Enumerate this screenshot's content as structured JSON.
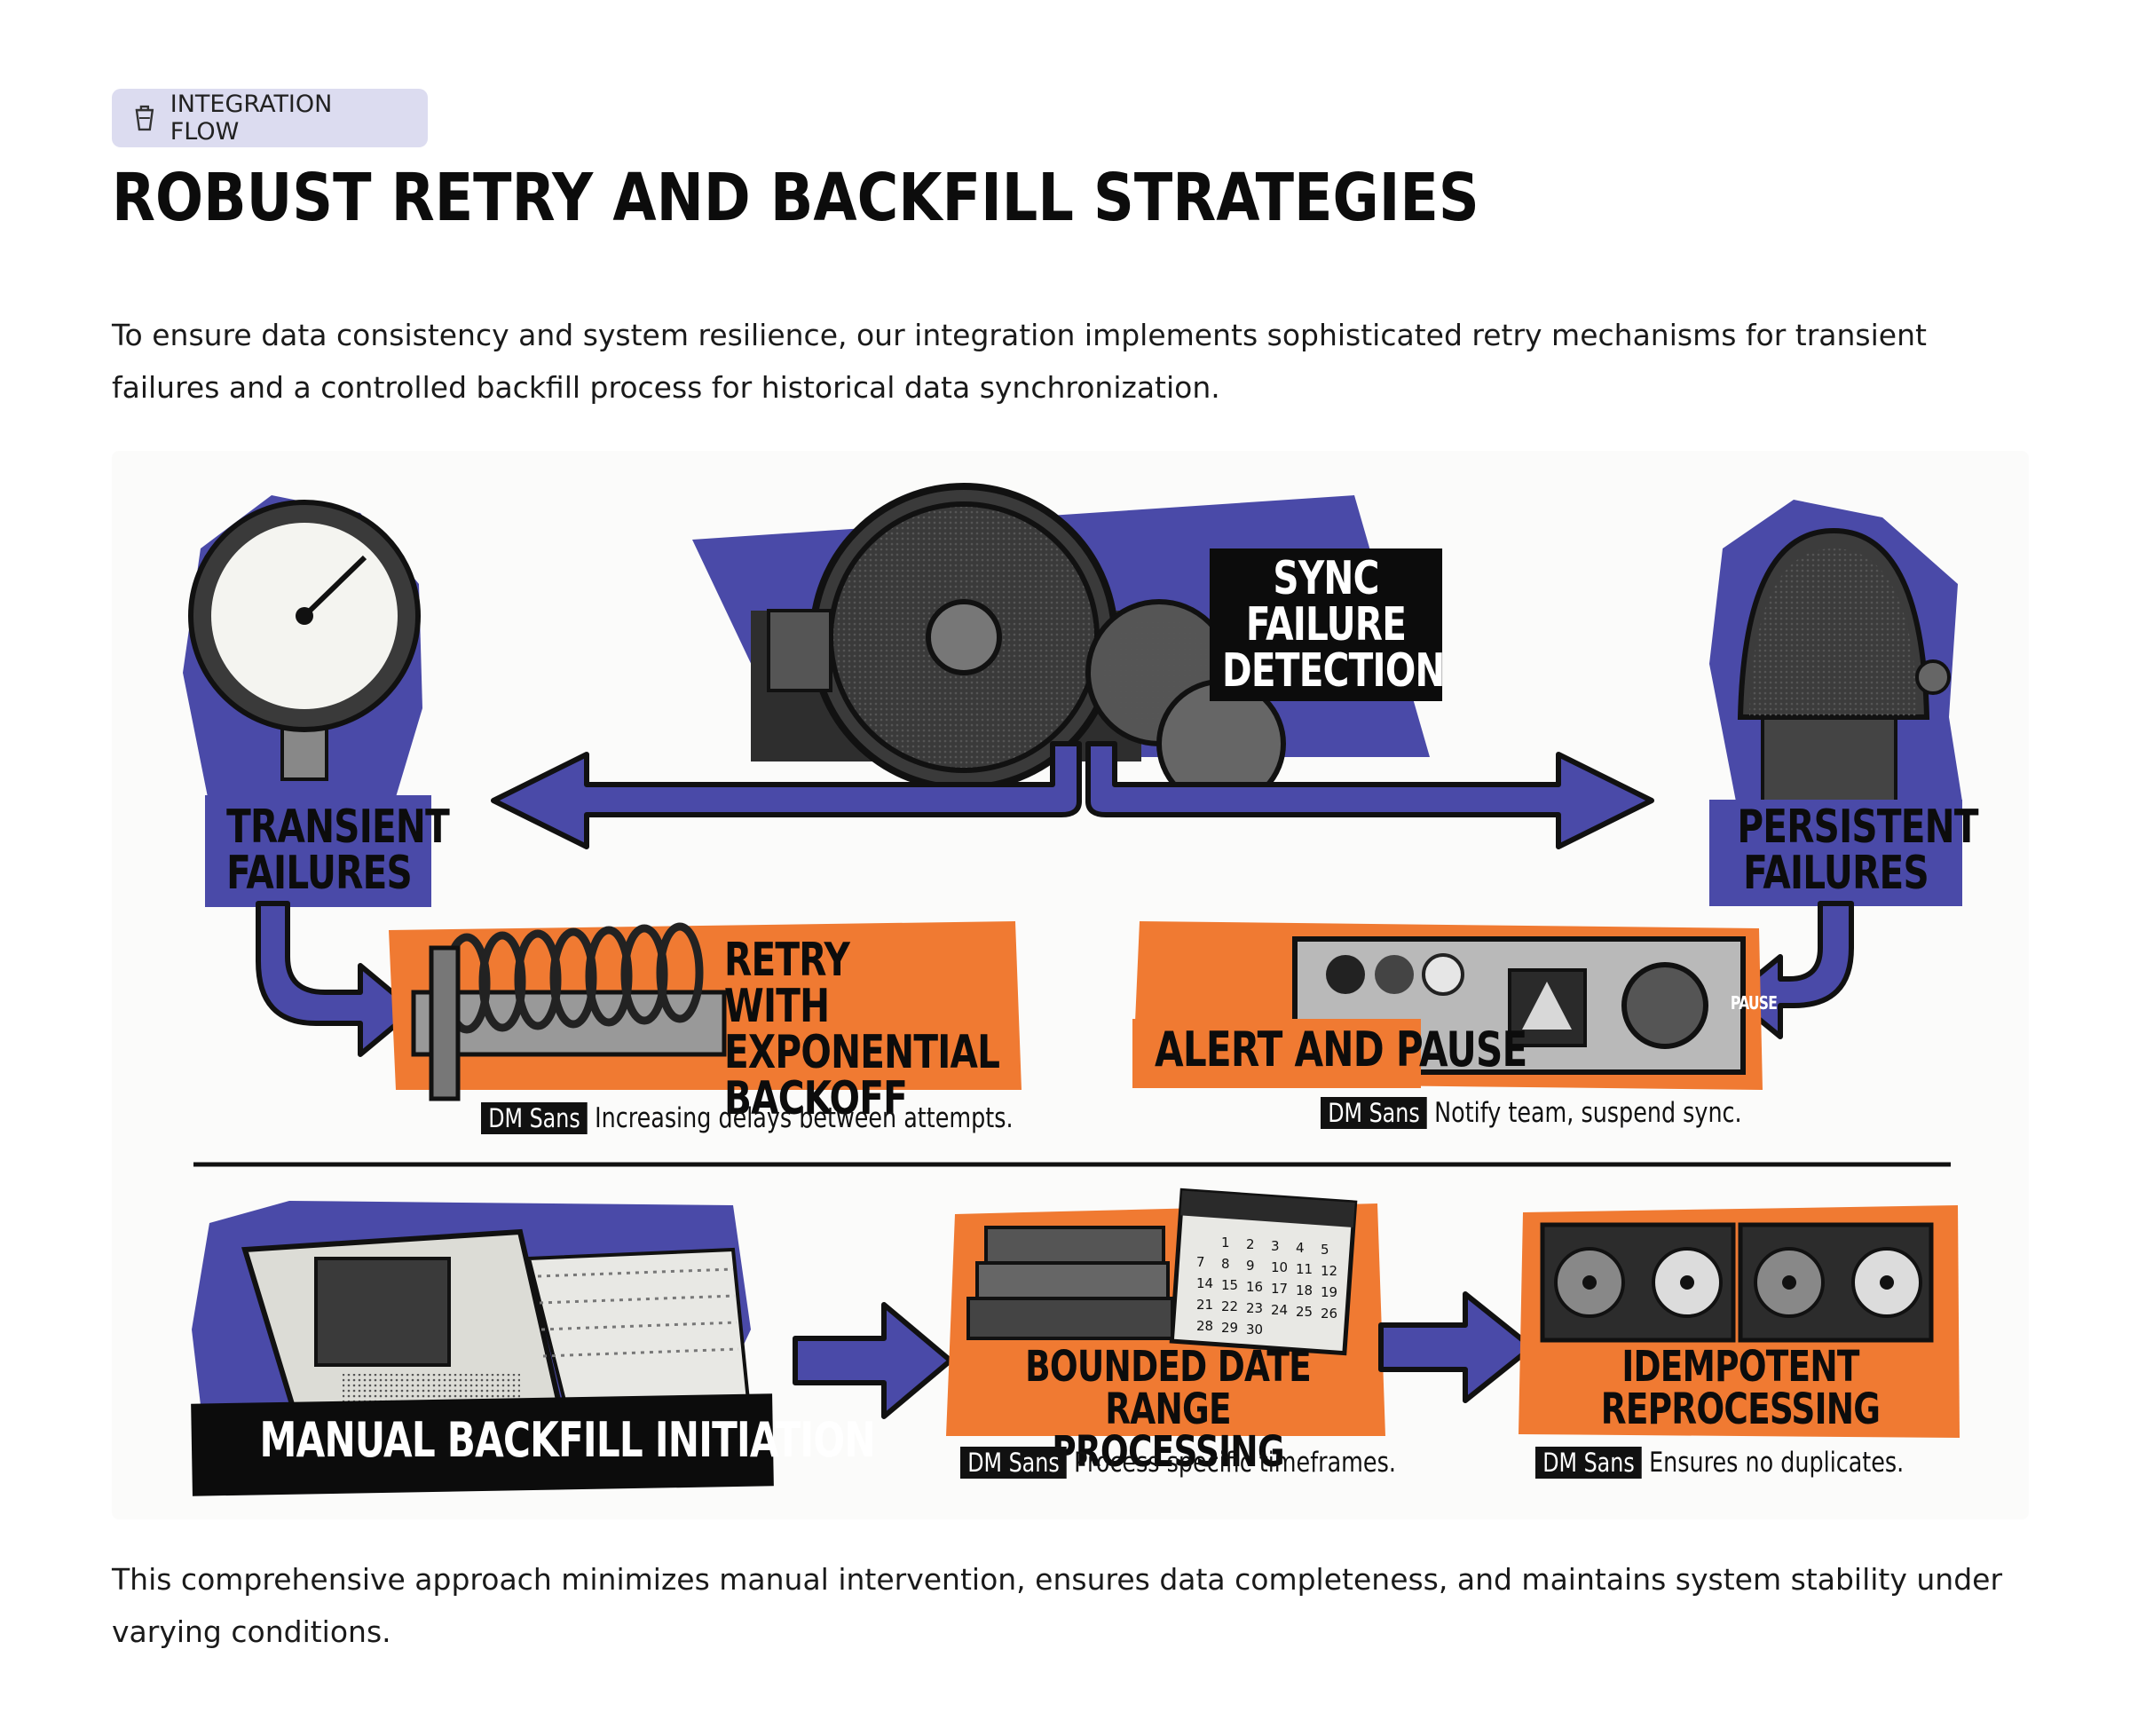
{
  "tag": {
    "icon": "cup-icon",
    "label": "INTEGRATION FLOW"
  },
  "title": "ROBUST RETRY AND BACKFILL STRATEGIES",
  "intro": "To ensure data consistency and system resilience, our integration implements sophisticated retry mechanisms for transient failures and a controlled backfill process for historical data synchronization.",
  "outro": "This comprehensive approach minimizes manual intervention, ensures data completeness, and maintains system stability under varying conditions.",
  "colors": {
    "blue": "#4a4aa8",
    "orange": "#f07a32",
    "black": "#0c0c0c"
  },
  "diagram": {
    "detection": "SYNC FAILURE\nDETECTION",
    "transient": "TRANSIENT\nFAILURES",
    "persistent": "PERSISTENT\nFAILURES",
    "retry": "RETRY WITH\nEXPONENTIAL\nBACKOFF",
    "retry_tag": "DM Sans",
    "retry_caption": "Increasing delays between attempts.",
    "alert": "ALERT AND PAUSE",
    "alert_button": "PAUSE",
    "alert_tag": "DM Sans",
    "alert_caption": "Notify team, suspend sync.",
    "backfill": "MANUAL BACKFILL INITIATION",
    "bounded": "BOUNDED DATE\nRANGE PROCESSING",
    "bounded_tag": "DM Sans",
    "bounded_caption": "Process specific timeframes.",
    "idempotent": "IDEMPOTENT\nREPROCESSING",
    "idempotent_tag": "DM Sans",
    "idempotent_caption": "Ensures no duplicates.",
    "calendar_days": [
      "1",
      "2",
      "3",
      "4",
      "5",
      "7",
      "8",
      "9",
      "10",
      "11",
      "12",
      "14",
      "15",
      "16",
      "17",
      "18",
      "19",
      "21",
      "22",
      "23",
      "24",
      "25",
      "26",
      "28",
      "29",
      "30"
    ]
  }
}
